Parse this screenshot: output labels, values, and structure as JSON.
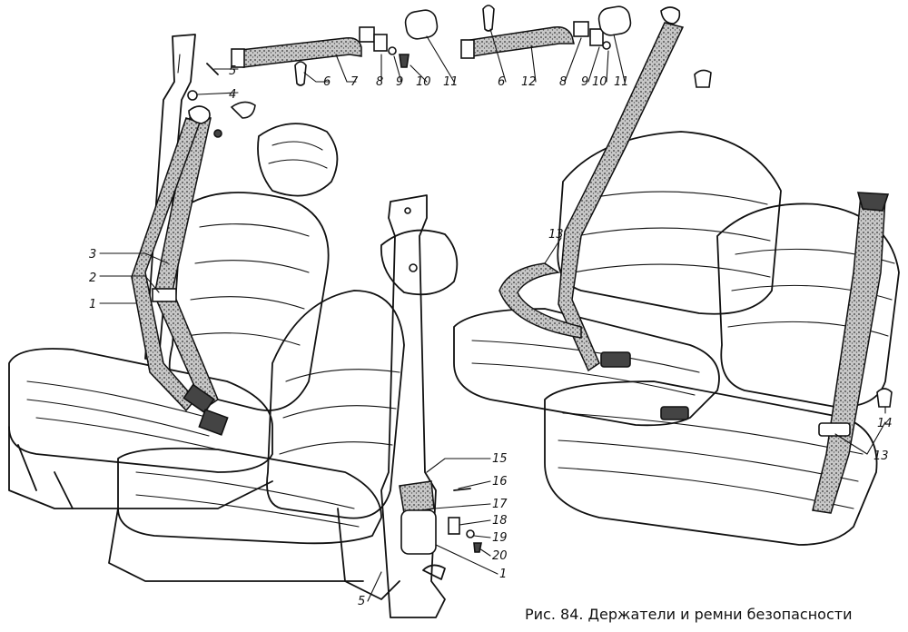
{
  "caption": "Рис. 84. Держатели и ремни безопасности",
  "callouts": [
    "1",
    "2",
    "3",
    "4",
    "5",
    "6",
    "7",
    "8",
    "9",
    "10",
    "11",
    "12",
    "13",
    "14",
    "15",
    "16",
    "17",
    "18",
    "19",
    "20"
  ],
  "callout_instances": [
    {
      "id": "c3",
      "text": "3"
    },
    {
      "id": "c2",
      "text": "2"
    },
    {
      "id": "c1a",
      "text": "1"
    },
    {
      "id": "c5a",
      "text": "5"
    },
    {
      "id": "c4",
      "text": "4"
    },
    {
      "id": "c6a",
      "text": "6"
    },
    {
      "id": "c7",
      "text": "7"
    },
    {
      "id": "c8a",
      "text": "8"
    },
    {
      "id": "c9a",
      "text": "9"
    },
    {
      "id": "c10a",
      "text": "10"
    },
    {
      "id": "c11a",
      "text": "11"
    },
    {
      "id": "c6b",
      "text": "6"
    },
    {
      "id": "c12",
      "text": "12"
    },
    {
      "id": "c8b",
      "text": "8"
    },
    {
      "id": "c9b",
      "text": "9"
    },
    {
      "id": "c10b",
      "text": "10"
    },
    {
      "id": "c11b",
      "text": "11"
    },
    {
      "id": "c13a",
      "text": "13"
    },
    {
      "id": "c13b",
      "text": "13"
    },
    {
      "id": "c14",
      "text": "14"
    },
    {
      "id": "c15",
      "text": "15"
    },
    {
      "id": "c16",
      "text": "16"
    },
    {
      "id": "c17",
      "text": "17"
    },
    {
      "id": "c18",
      "text": "18"
    },
    {
      "id": "c19",
      "text": "19"
    },
    {
      "id": "c20",
      "text": "20"
    },
    {
      "id": "c1b",
      "text": "1"
    },
    {
      "id": "c5b",
      "text": "5"
    }
  ]
}
